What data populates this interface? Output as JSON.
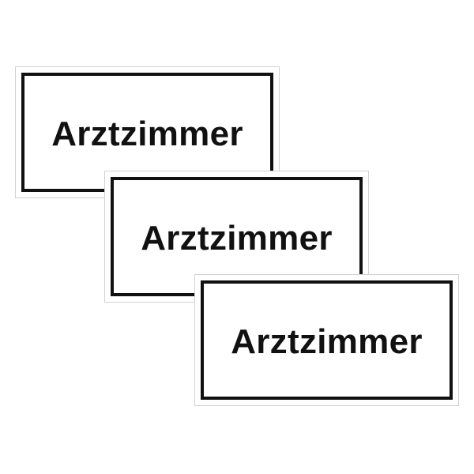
{
  "product": {
    "signs": [
      {
        "label": "Arztzimmer"
      },
      {
        "label": "Arztzimmer"
      },
      {
        "label": "Arztzimmer"
      }
    ]
  },
  "colors": {
    "background": "#ffffff",
    "sign_background": "#ffffff",
    "frame": "#111111",
    "text": "#111111",
    "edge": "#d2d2d2"
  }
}
